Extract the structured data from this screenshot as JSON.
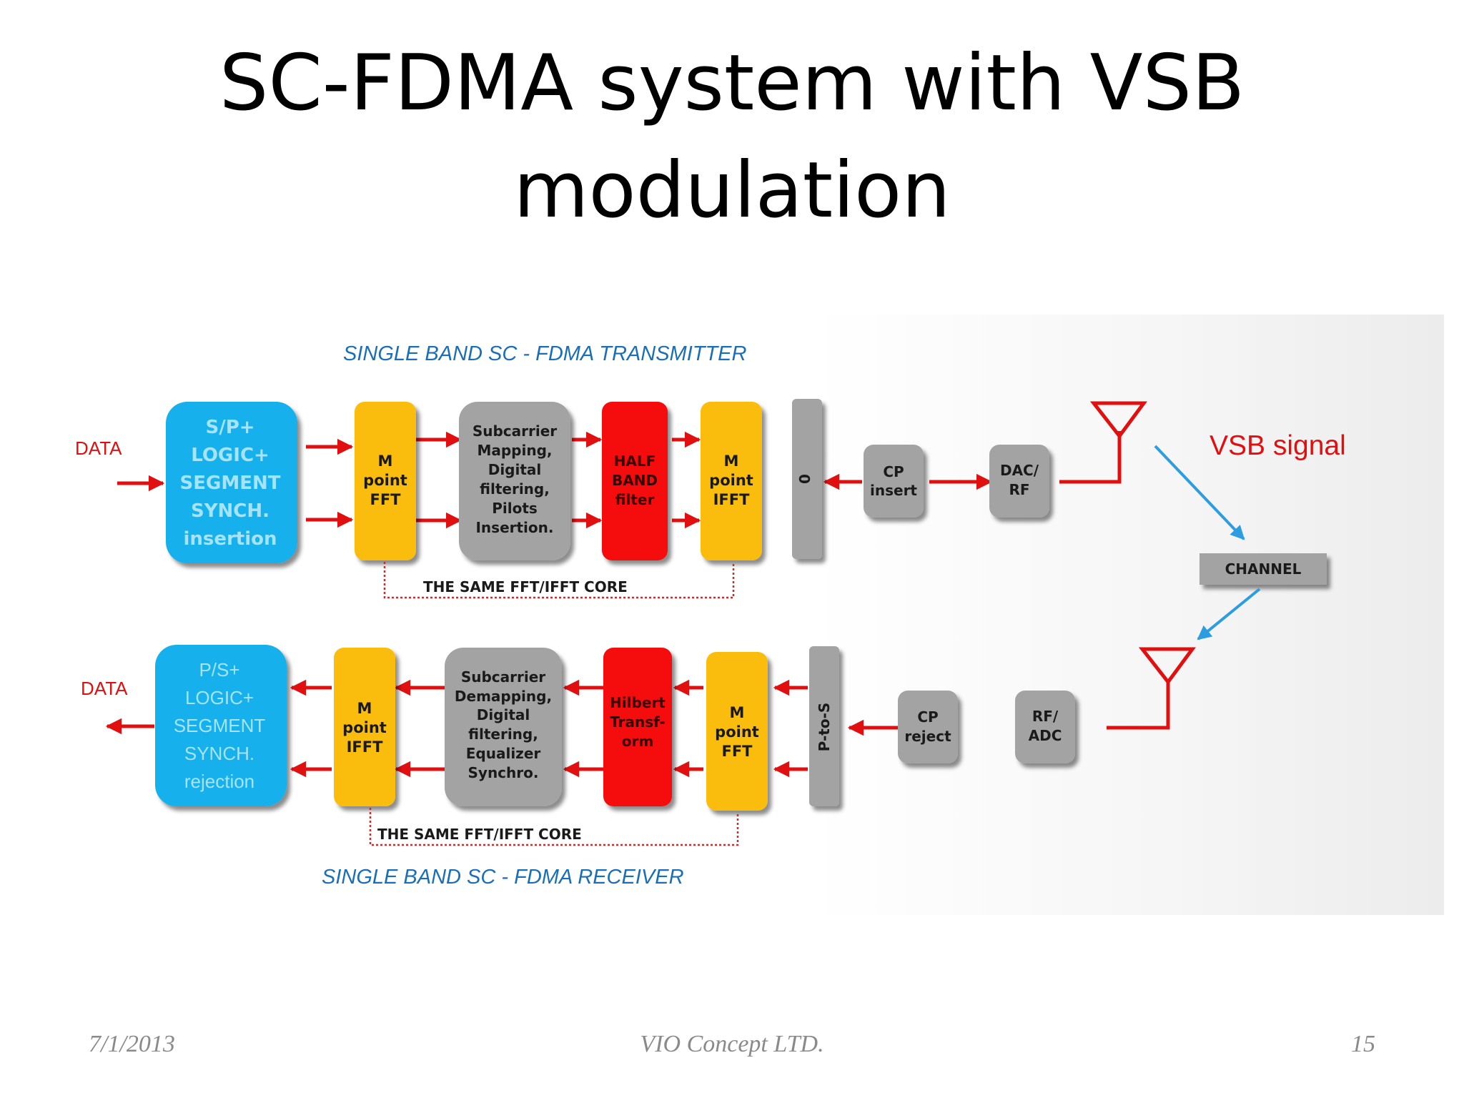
{
  "slide": {
    "title_line1": "SC-FDMA system with VSB",
    "title_line2": "modulation"
  },
  "diagram": {
    "tx_caption": "SINGLE BAND  SC - FDMA TRANSMITTER",
    "rx_caption": "SINGLE BAND  SC - FDMA  RECEIVER",
    "vsb_label": "VSB  signal",
    "channel_label": "CHANNEL",
    "tx_core_label": "THE SAME FFT/IFFT CORE",
    "rx_core_label": "THE SAME FFT/IFFT CORE",
    "tx_data_label": "DATA",
    "rx_data_label": "DATA",
    "tx_blocks": {
      "sp": [
        "S/P+",
        "LOGIC+",
        "SEGMENT",
        "SYNCH.",
        "insertion"
      ],
      "fft": [
        "M",
        "point",
        "FFT"
      ],
      "mapping": [
        "Subcarrier",
        "Mapping,",
        "Digital",
        "filtering,",
        "Pilots",
        "Insertion."
      ],
      "halfband": [
        "HALF",
        "BAND",
        "filter"
      ],
      "ifft": [
        "M",
        "point",
        "IFFT"
      ],
      "ps_bar": "0",
      "cp": [
        "CP",
        "insert"
      ],
      "dac": [
        "DAC/",
        "RF"
      ]
    },
    "rx_blocks": {
      "ps": [
        "P/S+",
        "LOGIC+",
        "SEGMENT",
        "SYNCH.",
        "rejection"
      ],
      "ifft": [
        "M",
        "point",
        "IFFT"
      ],
      "demapping": [
        "Subcarrier",
        "Demapping,",
        "Digital",
        "filtering,",
        "Equalizer",
        "Synchro."
      ],
      "hilbert": [
        "Hilbert",
        "Transf-",
        "orm"
      ],
      "fft": [
        "M",
        "point",
        "FFT"
      ],
      "pts_bar": "P-to-S",
      "cp": [
        "CP",
        "reject"
      ],
      "adc": [
        "RF/",
        "ADC"
      ]
    },
    "colors": {
      "cyan": "#12b0ec",
      "cyan_text": "#a6e4fb",
      "yellow": "#fbbd0d",
      "gray": "#a3a3a3",
      "red": "#f50f0f",
      "arrow_red": "#e01010",
      "caption_blue": "#1a6eb8",
      "arrow_blue": "#2d9de0"
    }
  },
  "footer": {
    "date": "7/1/2013",
    "company": "VIO Concept LTD.",
    "page": "15"
  }
}
